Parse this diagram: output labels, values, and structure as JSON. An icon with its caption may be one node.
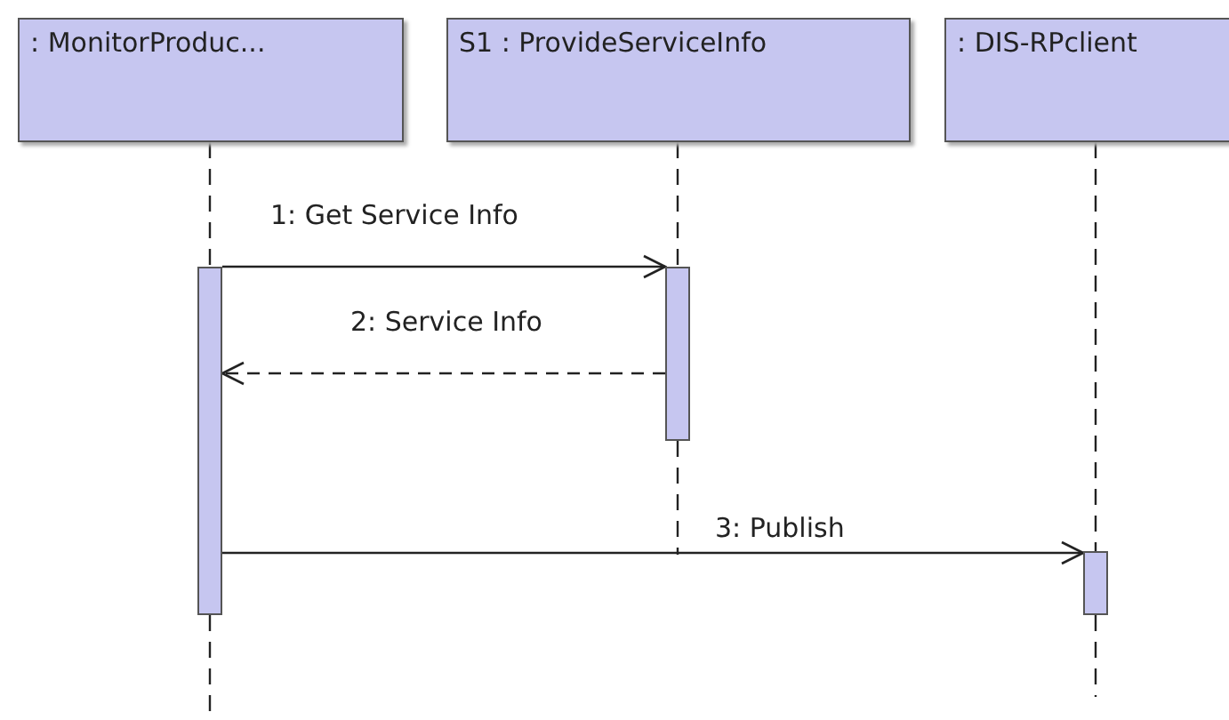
{
  "diagram": {
    "nodes": [
      {
        "text": [
          ": MonitorProduc..."
        ]
      },
      {
        "text": [
          "S1 : ProvideServiceInfo"
        ]
      },
      {
        "text": [
          ": DIS-RPclient"
        ]
      },
      {
        "text": [],
        "shape": "bar"
      },
      {
        "text": [],
        "shape": "bar"
      },
      {
        "text": [],
        "shape": "bar"
      }
    ],
    "edges": [
      {
        "from": 0,
        "to": 3,
        "arrow": "none",
        "style": "dashed"
      },
      {
        "from": 1,
        "to": 4,
        "arrow": "none",
        "style": "dashed"
      },
      {
        "from": 2,
        "to": 5,
        "arrow": "none",
        "style": "dashed"
      },
      {
        "from": 3,
        "to": 4,
        "arrow": "to",
        "label": "1: Get Service Info"
      },
      {
        "from": 4,
        "to": 3,
        "arrow": "to",
        "label": "2: Service Info",
        "style": "dashed"
      },
      {
        "from": 3,
        "to": 5,
        "arrow": "to",
        "label": "3: Publish"
      }
    ]
  }
}
